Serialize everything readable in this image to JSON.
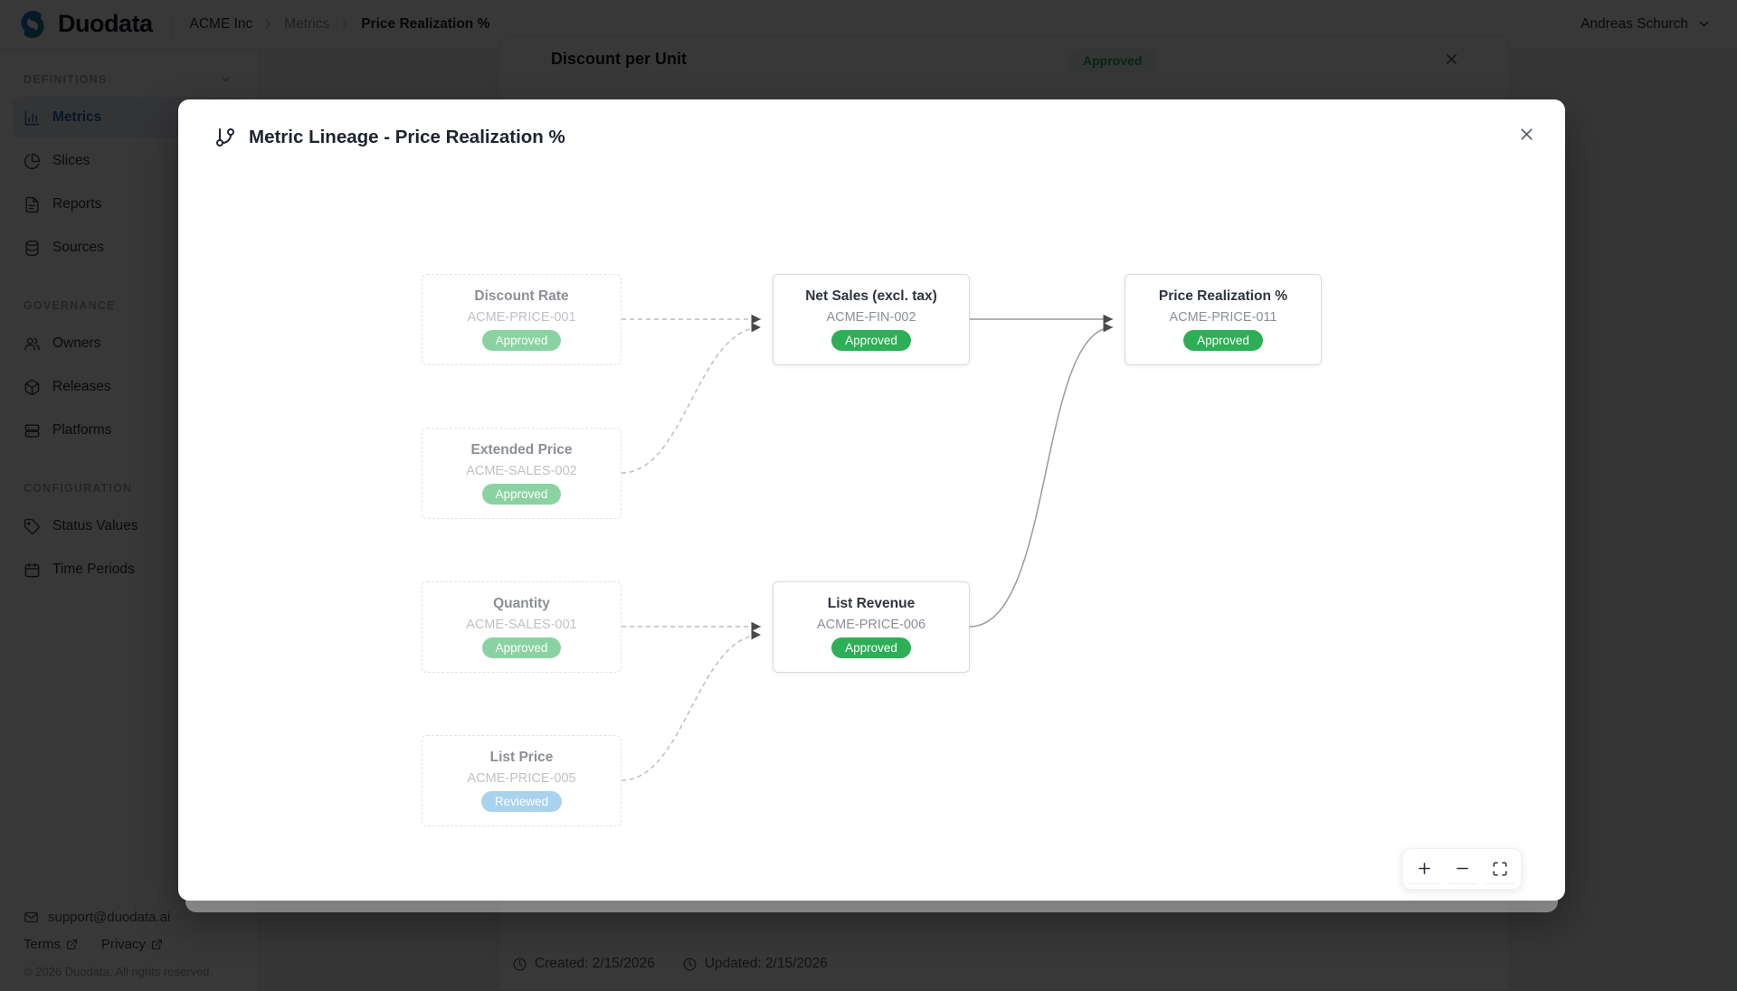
{
  "header": {
    "brand": "Duodata",
    "breadcrumb": [
      "ACME Inc",
      "Metrics",
      "Price Realization %"
    ],
    "user": "Andreas Schurch"
  },
  "sidebar": {
    "sections": [
      {
        "label": "DEFINITIONS",
        "items": [
          {
            "label": "Metrics",
            "icon": "bar-chart-icon",
            "active": true
          },
          {
            "label": "Slices",
            "icon": "pie-chart-icon"
          },
          {
            "label": "Reports",
            "icon": "file-text-icon"
          },
          {
            "label": "Sources",
            "icon": "database-icon"
          }
        ]
      },
      {
        "label": "GOVERNANCE",
        "items": [
          {
            "label": "Owners",
            "icon": "users-icon"
          },
          {
            "label": "Releases",
            "icon": "package-icon"
          },
          {
            "label": "Platforms",
            "icon": "server-icon"
          }
        ]
      },
      {
        "label": "CONFIGURATION",
        "items": [
          {
            "label": "Status Values",
            "icon": "tag-icon"
          },
          {
            "label": "Time Periods",
            "icon": "calendar-icon"
          }
        ]
      }
    ],
    "footer": {
      "email": "support@duodata.ai",
      "terms": "Terms",
      "privacy": "Privacy",
      "copyright": "© 2026 Duodata. All rights reserved."
    }
  },
  "background_panel": {
    "title": "Discount per Unit",
    "status": "Approved",
    "created": "Created: 2/15/2026",
    "updated": "Updated: 2/15/2026"
  },
  "lineage": {
    "title": "Metric Lineage - Price Realization %",
    "nodes": [
      {
        "title": "Discount Rate",
        "code": "ACME-PRICE-001",
        "status": "Approved",
        "style": "upstream-dashed"
      },
      {
        "title": "Extended Price",
        "code": "ACME-SALES-002",
        "status": "Approved",
        "style": "upstream-dashed"
      },
      {
        "title": "Quantity",
        "code": "ACME-SALES-001",
        "status": "Approved",
        "style": "upstream-dashed"
      },
      {
        "title": "List Price",
        "code": "ACME-PRICE-005",
        "status": "Reviewed",
        "style": "upstream-dashed"
      },
      {
        "title": "Net Sales (excl. tax)",
        "code": "ACME-FIN-002",
        "status": "Approved",
        "style": "solid"
      },
      {
        "title": "List Revenue",
        "code": "ACME-PRICE-006",
        "status": "Approved",
        "style": "solid"
      },
      {
        "title": "Price Realization %",
        "code": "ACME-PRICE-011",
        "status": "Approved",
        "style": "solid"
      }
    ]
  },
  "colors": {
    "approved_badge": "#2eae57",
    "reviewed_badge": "#63afe2",
    "approved_soft_bg": "#e7f5ec",
    "approved_soft_text": "#27a35a",
    "active_nav_text": "#2b5fb0",
    "active_nav_bg": "#e9eef7",
    "brand_blue": "#2f6bd8",
    "brand_teal": "#16808f",
    "overlay": "rgba(0,0,0,0.78)"
  },
  "icons": [
    "duodata-logo-icon",
    "chevron-right-icon",
    "chevron-down-icon",
    "bar-chart-icon",
    "pie-chart-icon",
    "file-text-icon",
    "database-icon",
    "users-icon",
    "package-icon",
    "server-icon",
    "tag-icon",
    "calendar-icon",
    "mail-icon",
    "external-link-icon",
    "clock-icon",
    "git-branch-icon",
    "close-icon",
    "plus-icon",
    "minus-icon",
    "maximize-icon"
  ]
}
